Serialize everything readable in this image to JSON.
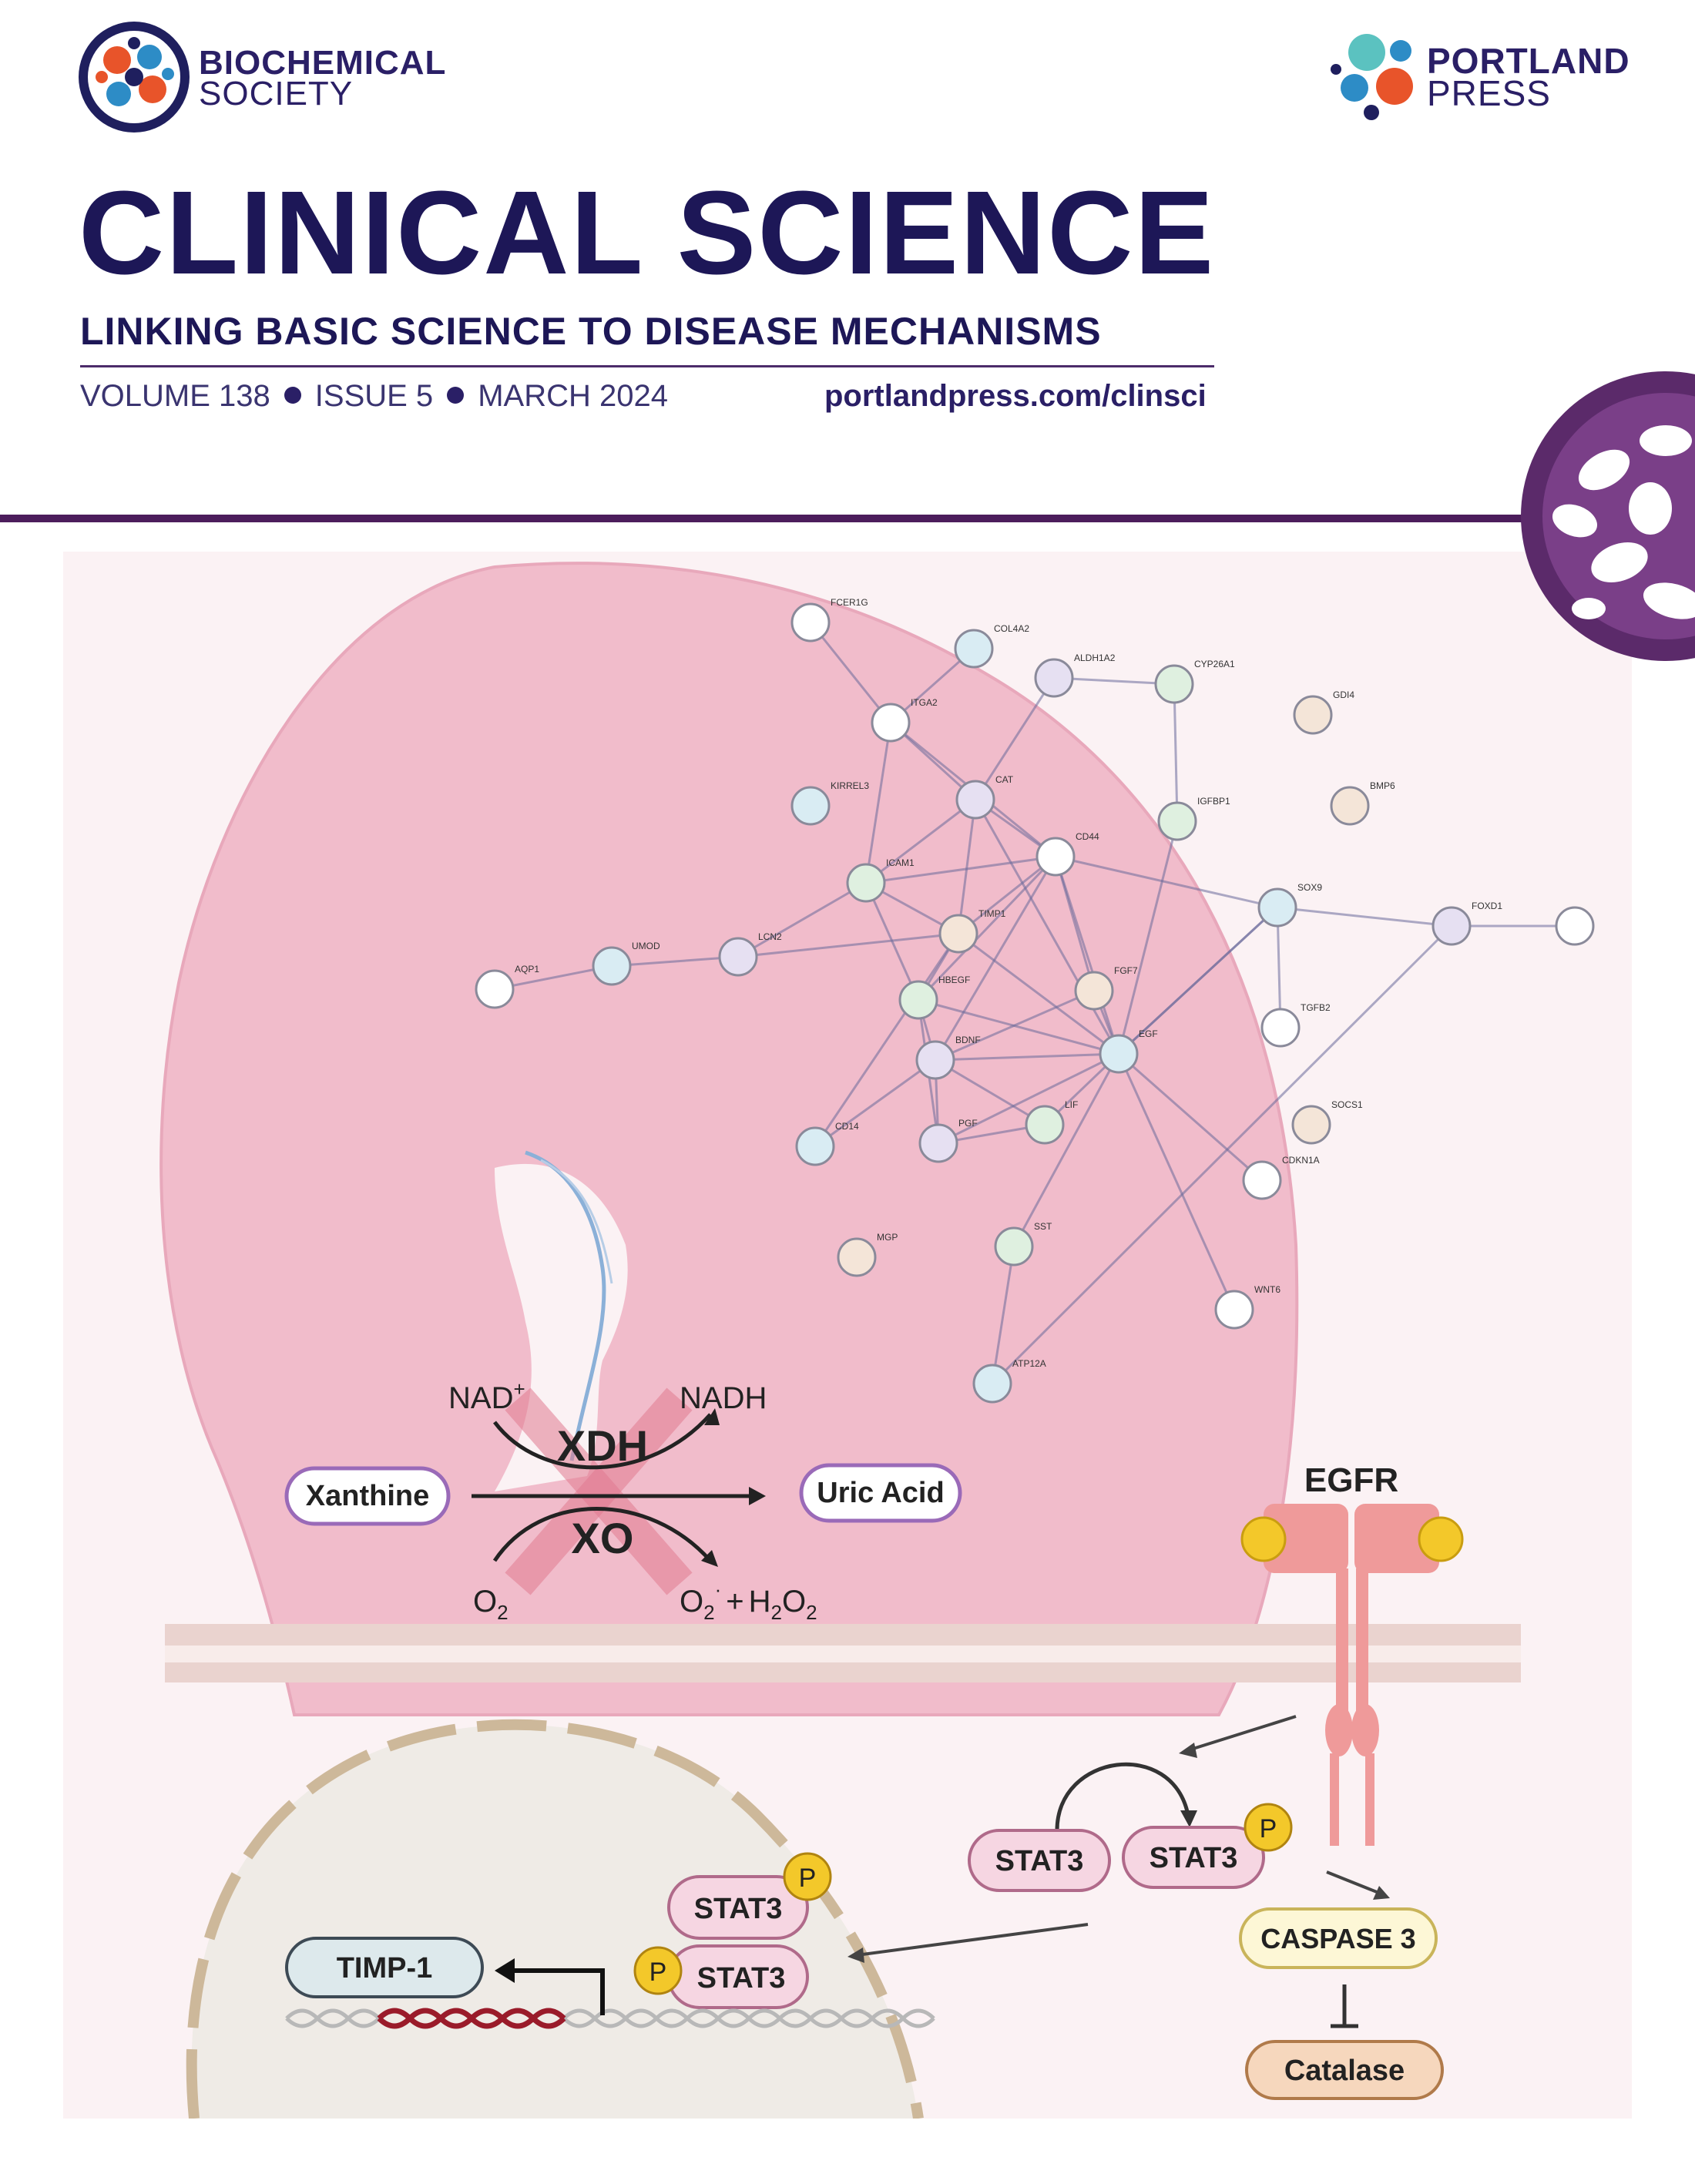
{
  "publisher_left": {
    "line1": "BIOCHEMICAL",
    "line2": "SOCIETY",
    "logo_icon": "biochemical-society-logo-icon"
  },
  "publisher_right": {
    "line1": "PORTLAND",
    "line2": "PRESS",
    "logo_icon": "portland-press-logo-icon"
  },
  "journal": {
    "title": "CLINICAL SCIENCE",
    "subtitle": "LINKING BASIC SCIENCE TO DISEASE MECHANISMS",
    "volume": "VOLUME 138",
    "issue": "ISSUE 5",
    "date": "MARCH 2024",
    "url": "portlandpress.com/clinsci"
  },
  "colors": {
    "navy": "#1d1757",
    "purple": "#4c1d5c",
    "tissue": "#f0b8c8",
    "stat3": "#f6d6e2"
  },
  "network_genes": [
    "FCER1G",
    "COL4A2",
    "ALDH1A2",
    "CYP26A1",
    "GDI4",
    "ITGA2",
    "KIRREL3",
    "CAT",
    "IGFBP1",
    "BMP6",
    "CD44",
    "SOX9",
    "FOXD1",
    "ICAM1",
    "TIMP1",
    "AQP1",
    "UMOD",
    "LCN2",
    "HBEGF",
    "FGF7",
    "TGFB2",
    "EGF",
    "BDNF",
    "LIF",
    "SOCS1",
    "CDKN1A",
    "CD14",
    "PGF",
    "SST",
    "MGP",
    "WNT6",
    "ATP12A"
  ],
  "pathway": {
    "xanthine": "Xanthine",
    "uric_acid": "Uric Acid",
    "nad": "NAD",
    "nad_sup": "+",
    "nadh": "NADH",
    "xdh": "XDH",
    "xo": "XO",
    "o2_main": "O",
    "o2_sub": "2",
    "superoxide_main": "O",
    "superoxide_sub": "2",
    "superoxide_sup": "·",
    "plus": "+",
    "h2o2_h": "H",
    "h2o2_sub1": "2",
    "h2o2_o": "O",
    "h2o2_sub2": "2"
  },
  "signaling": {
    "egfr": "EGFR",
    "stat3": "STAT3",
    "p": "P",
    "caspase3": "CASPASE 3",
    "catalase": "Catalase",
    "timp1": "TIMP-1"
  }
}
